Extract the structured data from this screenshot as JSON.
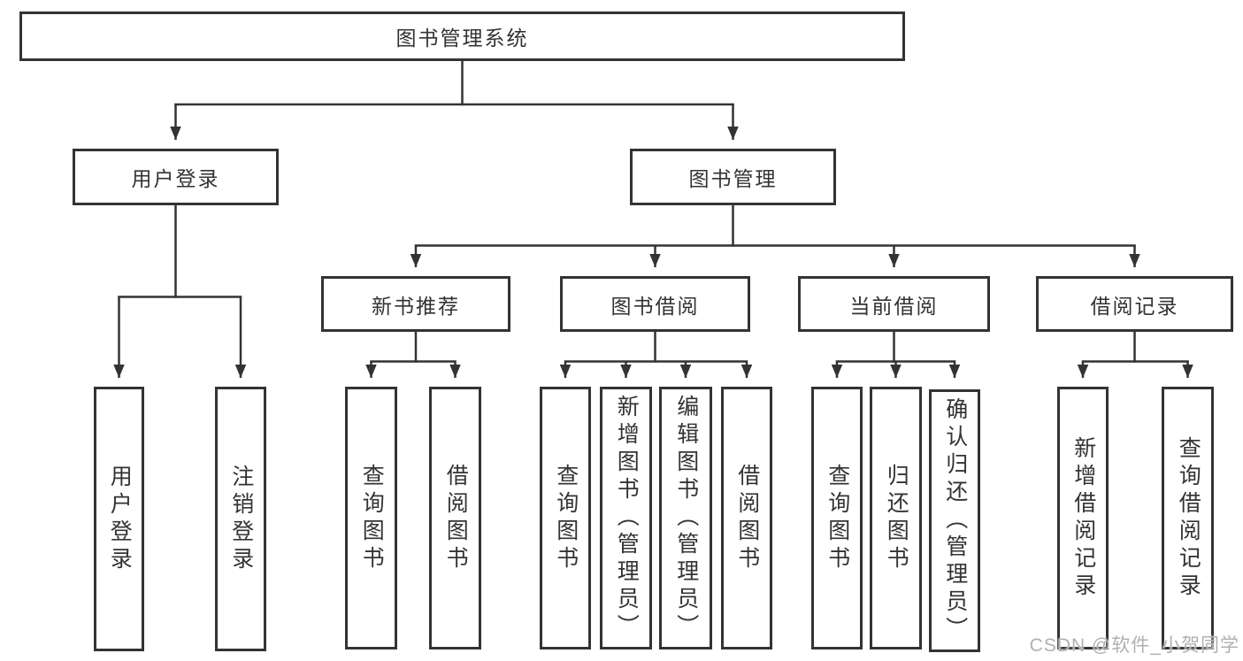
{
  "tree": {
    "label": "图书管理系统",
    "children": [
      {
        "label": "用户登录",
        "children": [
          {
            "label": "用户登录"
          },
          {
            "label": "注销登录"
          }
        ]
      },
      {
        "label": "图书管理",
        "children": [
          {
            "label": "新书推荐",
            "children": [
              {
                "label": "查询图书"
              },
              {
                "label": "借阅图书"
              }
            ]
          },
          {
            "label": "图书借阅",
            "children": [
              {
                "label": "查询图书"
              },
              {
                "label": "新增图书（管理员）"
              },
              {
                "label": "编辑图书（管理员）"
              },
              {
                "label": "借阅图书"
              }
            ]
          },
          {
            "label": "当前借阅",
            "children": [
              {
                "label": "查询图书"
              },
              {
                "label": "归还图书"
              },
              {
                "label": "确认归还（管理员）"
              }
            ]
          },
          {
            "label": "借阅记录",
            "children": [
              {
                "label": "新增借阅记录"
              },
              {
                "label": "查询借阅记录"
              }
            ]
          }
        ]
      }
    ]
  },
  "watermark": "CSDN @软件_小贺同学",
  "colors": {
    "line": "#333333",
    "box_border": "#333333",
    "text": "#333333",
    "background": "#ffffff",
    "watermark": "#b0b0b0"
  }
}
